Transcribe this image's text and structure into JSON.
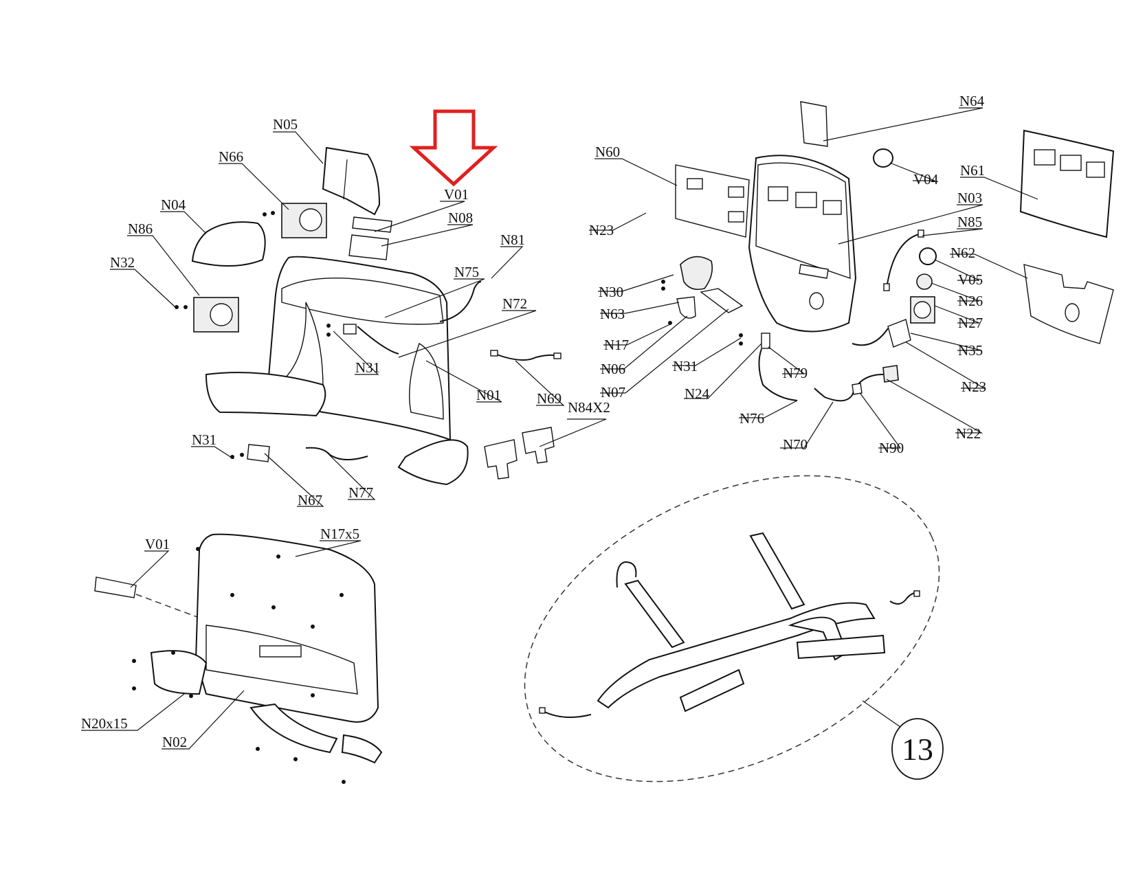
{
  "labels": {
    "n05": "N05",
    "n66": "N66",
    "n04": "N04",
    "n86": "N86",
    "n32": "N32",
    "v01_top": "V01",
    "n08": "N08",
    "n81": "N81",
    "n75": "N75",
    "n72": "N72",
    "n31_a": "N31",
    "n01": "N01",
    "n69": "N69",
    "n84x2": "N84X2",
    "n31_b": "N31",
    "n67": "N67",
    "n77": "N77",
    "n64": "N64",
    "n60": "N60",
    "v04": "V04",
    "n61": "N61",
    "n03": "N03",
    "n23_a": "N23",
    "n85": "N85",
    "n62": "N62",
    "v05": "V05",
    "n26": "N26",
    "n27": "N27",
    "n30": "N30",
    "n63": "N63",
    "n17": "N17",
    "n06": "N06",
    "n31_c": "N31",
    "n07": "N07",
    "n24": "N24",
    "n79": "N79",
    "n35": "N35",
    "n23_b": "N23",
    "n76": "N76",
    "n70": "N70",
    "n90": "N90",
    "n22": "N22",
    "v01_bottom": "V01",
    "n17x5": "N17x5",
    "n20x15": "N20x15",
    "n02": "N02",
    "assembly_13": "13"
  },
  "colors": {
    "line": "#111111",
    "indicator_arrow": "#e02020",
    "background": "#ffffff"
  }
}
